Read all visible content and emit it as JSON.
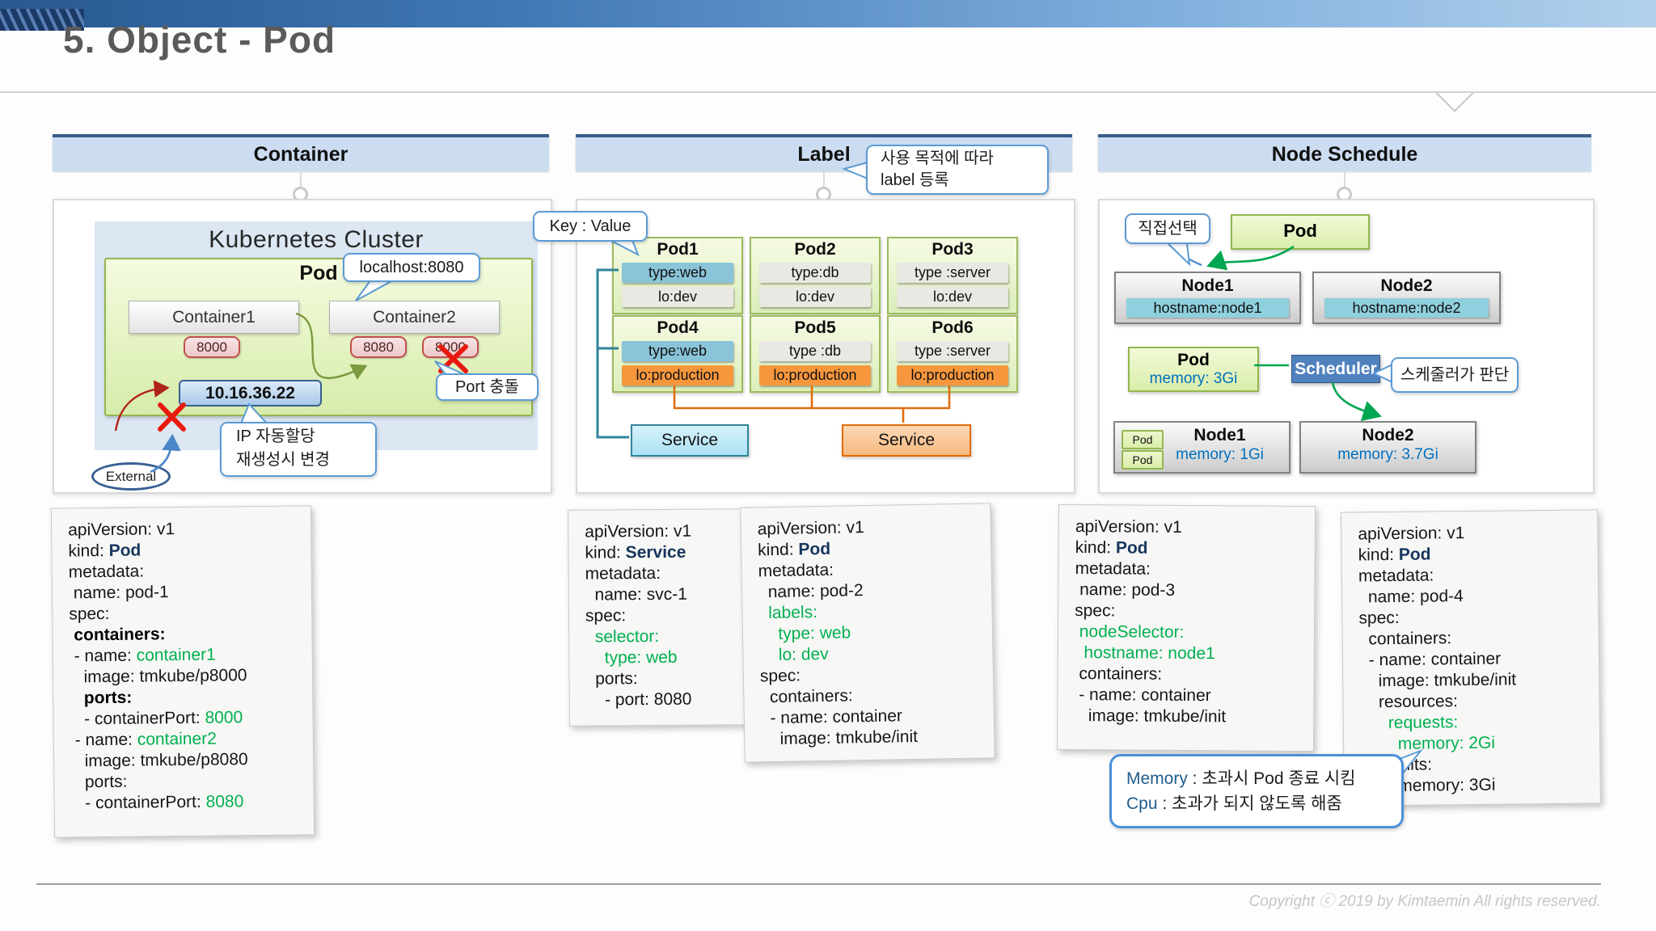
{
  "slide": {
    "title": "5. Object - Pod",
    "copyright": "Copyright ⓒ 2019 by Kimtaemin All rights reserved."
  },
  "sections": {
    "container": "Container",
    "label": "Label",
    "node_schedule": "Node Schedule"
  },
  "container_panel": {
    "cluster_title": "Kubernetes Cluster",
    "pod_label": "Pod",
    "container1": "Container1",
    "container2": "Container2",
    "port1": "8000",
    "port2": "8080",
    "port3": "8000",
    "ip": "10.16.36.22",
    "external_label": "External",
    "callout_localhost": "localhost:8080",
    "callout_port_conflict": "Port 충돌",
    "callout_ip_line1": "IP 자동할당",
    "callout_ip_line2": "재생성시 변경"
  },
  "label_panel": {
    "callout_key_value": "Key : Value",
    "callout_usage_line1": "사용 목적에 따라",
    "callout_usage_line2": "label 등록",
    "pods": [
      {
        "name": "Pod1",
        "label1": "type:web",
        "label2": "lo:dev"
      },
      {
        "name": "Pod2",
        "label1": "type:db",
        "label2": "lo:dev"
      },
      {
        "name": "Pod3",
        "label1": "type :server",
        "label2": "lo:dev"
      },
      {
        "name": "Pod4",
        "label1": "type:web",
        "label2": "lo:production"
      },
      {
        "name": "Pod5",
        "label1": "type :db",
        "label2": "lo:production"
      },
      {
        "name": "Pod6",
        "label1": "type :server",
        "label2": "lo:production"
      }
    ],
    "service_web": "Service",
    "service_production": "Service"
  },
  "node_panel": {
    "callout_direct": "직접선택",
    "pod_top": "Pod",
    "node1_top": {
      "name": "Node1",
      "host": "hostname:node1"
    },
    "node2_top": {
      "name": "Node2",
      "host": "hostname:node2"
    },
    "pod_mem": {
      "name": "Pod",
      "memory": "memory: 3Gi"
    },
    "scheduler": "Scheduler",
    "callout_scheduler": "스케줄러가 판단",
    "node1_bottom": {
      "name": "Node1",
      "memory": "memory: 1Gi",
      "pod1": "Pod",
      "pod2": "Pod"
    },
    "node2_bottom": {
      "name": "Node2",
      "memory": "memory: 3.7Gi"
    }
  },
  "yaml_pod1": {
    "l1": "apiVersion: v1",
    "l2": {
      "k": "kind: ",
      "v": "Pod"
    },
    "l3": "metadata:",
    "l4": " name: pod-1",
    "l5": "spec:",
    "l6": {
      "k": " ",
      "v": "containers:"
    },
    "l7": {
      "k": " - name: ",
      "v": "container1"
    },
    "l8": "   image: tmkube/p8000",
    "l9": {
      "k": "   ",
      "v": "ports:"
    },
    "l10": {
      "k": "   - containerPort: ",
      "v": "8000"
    },
    "l11": {
      "k": " - name: ",
      "v": "container2"
    },
    "l12": "   image: tmkube/p8080",
    "l13": "   ports:",
    "l14": {
      "k": "   - containerPort: ",
      "v": "8080"
    }
  },
  "yaml_svc1": {
    "l1": "apiVersion: v1",
    "l2": {
      "k": "kind: ",
      "v": "Service"
    },
    "l3": "metadata:",
    "l4": "  name: svc-1",
    "l5": "spec:",
    "l6": "  selector:",
    "l7": "    type: web",
    "l8": "  ports:",
    "l9": "    - port: 8080"
  },
  "yaml_pod2": {
    "l1": "apiVersion: v1",
    "l2": {
      "k": "kind: ",
      "v": "Pod"
    },
    "l3": "metadata:",
    "l4": "  name: pod-2",
    "l5": "  labels:",
    "l6": "    type: web",
    "l7": "    lo: dev",
    "l8": "spec:",
    "l9": "  containers:",
    "l10": "  - name: container",
    "l11": "    image: tmkube/init"
  },
  "yaml_pod3": {
    "l1": "apiVersion: v1",
    "l2": {
      "k": "kind: ",
      "v": "Pod"
    },
    "l3": "metadata:",
    "l4": " name: pod-3",
    "l5": "spec:",
    "l6": " nodeSelector:",
    "l7": "  hostname: node1",
    "l8": " containers:",
    "l9": " - name: container",
    "l10": "   image: tmkube/init"
  },
  "yaml_pod4": {
    "l1": "apiVersion: v1",
    "l2": {
      "k": "kind: ",
      "v": "Pod"
    },
    "l3": "metadata:",
    "l4": "  name: pod-4",
    "l5": "spec:",
    "l6": "  containers:",
    "l7": "  - name: container",
    "l8": "    image: tmkube/init",
    "l9": "    resources:",
    "l10": "      requests:",
    "l11": "        memory: 2Gi",
    "l12": "      limits:",
    "l13": "        memory: 3Gi"
  },
  "memory_note": {
    "line1_key": "Memory",
    "line1_text": " : 초과시 Pod 종료 시킴",
    "line2_key": "Cpu",
    "line2_text": " : 초과가 되지 않도록 해줌"
  },
  "colors": {
    "header_bg": "#cdddf1",
    "header_border": "#385d8a",
    "pod_green_fill": "#d9edae",
    "pod_green_border": "#94b64e",
    "label_blue_chip": "#8ac4d9",
    "label_gray_chip": "#e9e8e3",
    "label_orange_chip": "#f7973d",
    "service_blue_border": "#31849b",
    "service_orange_border": "#e36c0a",
    "scheduler_bg": "#4f81bd",
    "memory_text_blue": "#0070c0",
    "yaml_green": "#00b050",
    "yaml_navy": "#17365d",
    "error_red": "#e8190f"
  }
}
